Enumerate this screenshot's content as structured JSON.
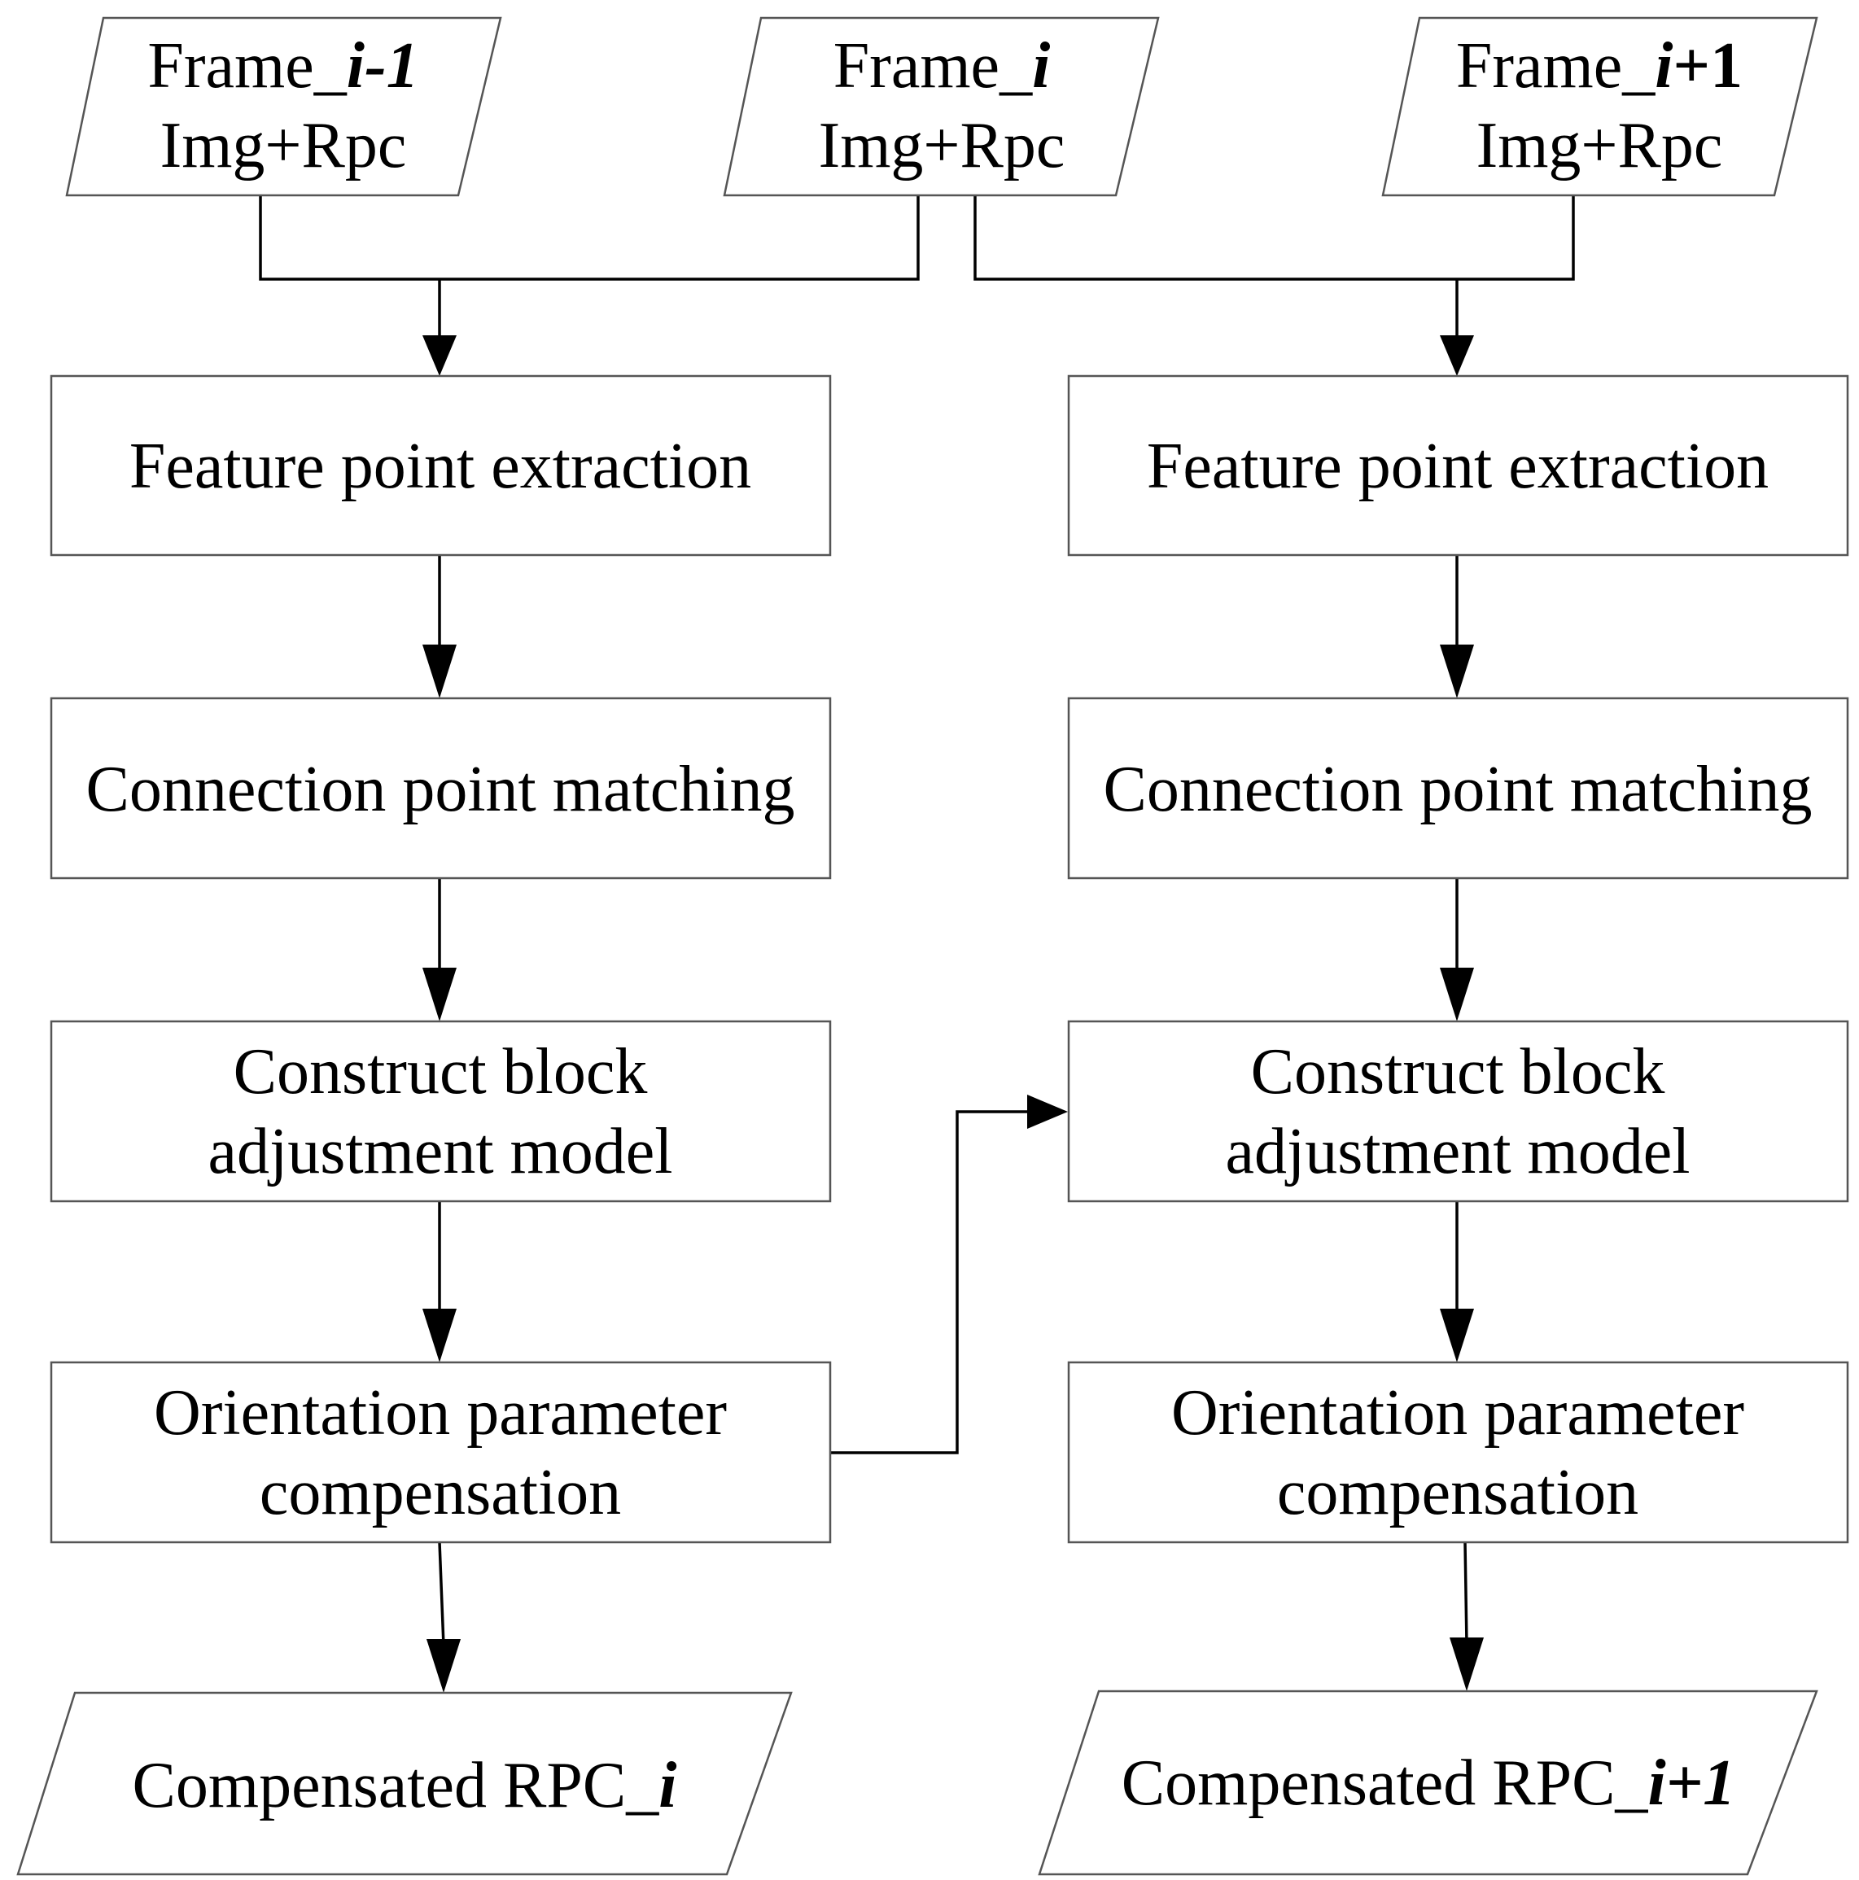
{
  "inputs": {
    "prev": {
      "prefix": "Frame_",
      "index": "i-1",
      "line2": "Img+Rpc"
    },
    "curr": {
      "prefix": "Frame_",
      "index": "i",
      "line2": "Img+Rpc"
    },
    "next": {
      "prefix": "Frame_",
      "index_var": "i",
      "index_suffix": "+1",
      "line2": "Img+Rpc"
    }
  },
  "left_chain": {
    "step1": "Feature point extraction",
    "step2": "Connection point matching",
    "step3": [
      "Construct block",
      "adjustment model"
    ],
    "step4": [
      "Orientation parameter",
      "compensation"
    ]
  },
  "right_chain": {
    "step1": "Feature point extraction",
    "step2": "Connection point matching",
    "step3": [
      "Construct block",
      "adjustment model"
    ],
    "step4": [
      "Orientation parameter",
      "compensation"
    ]
  },
  "outputs": {
    "left": {
      "prefix": "Compensated RPC_",
      "index": "i"
    },
    "right": {
      "prefix": "Compensated RPC_",
      "index": "i+1"
    }
  }
}
